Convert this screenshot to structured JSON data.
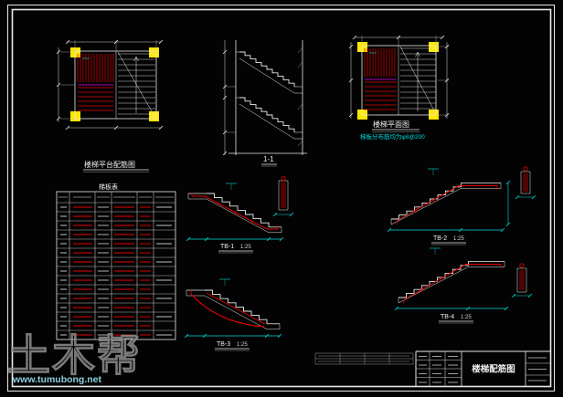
{
  "colors": {
    "background": "#000000",
    "lines": "#e9e9e9",
    "rebar": "#e80000",
    "dims": "#00dcdc",
    "columns": "#ffe800",
    "magenta": "#e800e8"
  },
  "plans": {
    "platform": {
      "title": "楼梯平台配筋图"
    },
    "floor": {
      "title": "楼梯平面图",
      "note": "梯板分布筋均为φ8@200"
    }
  },
  "section": {
    "mark": "1-1"
  },
  "table": {
    "title": "梯板表"
  },
  "details": {
    "tb1": {
      "id": "TB-1",
      "scale": "1:25"
    },
    "tb2": {
      "id": "TB-2",
      "scale": "1:25"
    },
    "tb3": {
      "id": "TB-3",
      "scale": "1:25"
    },
    "tb4": {
      "id": "TB-4",
      "scale": "1:25"
    }
  },
  "title_block": {
    "drawing_name": "楼梯配筋图"
  },
  "watermark": {
    "logo": "土木帮",
    "site": "www.tumubong.net"
  }
}
